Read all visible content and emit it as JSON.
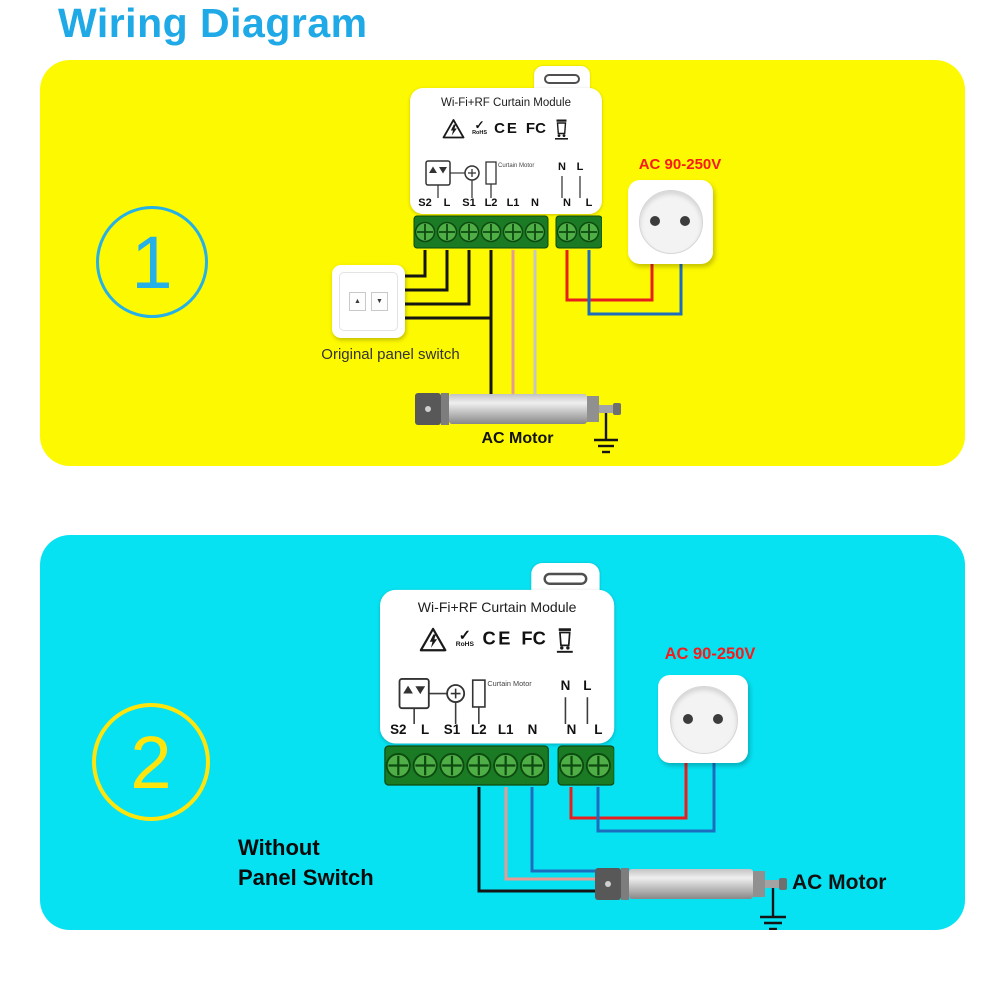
{
  "title": "Wiring Diagram",
  "icons": {
    "up_arrow": "▲",
    "down_arrow": "▼",
    "check": "✓"
  },
  "colors": {
    "panel1_bg": "#FDF900",
    "panel2_bg": "#07E2F2",
    "title_blue": "#1FA9E6",
    "voltage_red": "#F61A1A",
    "wire_black": "#151515",
    "wire_pink": "#E79B94",
    "wire_gray": "#C6C6C6",
    "wire_red": "#E81E1E",
    "wire_blue": "#1C6DBD",
    "terminal_green_dark": "#1B7A24",
    "terminal_green_light": "#4FAE46",
    "badge1_blue": "#25B1E8",
    "badge2_yellow": "#FFE50B"
  },
  "panel1": {
    "number": "1",
    "module": {
      "title": "Wi-Fi+RF Curtain Module",
      "rohs_label": "RoHS",
      "ce_label": "CE",
      "fc_label": "FC",
      "curtain_motor_label": "Curtain Motor",
      "inner_n": "N",
      "inner_l": "L",
      "terminal_labels": [
        "S2",
        "L",
        "S1",
        "L2",
        "L1",
        "N"
      ],
      "power_terminal_labels": [
        "N",
        "L"
      ]
    },
    "voltage_label": "AC 90-250V",
    "switch_label": "Original panel switch",
    "motor_label": "AC Motor"
  },
  "panel2": {
    "number": "2",
    "module": {
      "title": "Wi-Fi+RF Curtain Module",
      "rohs_label": "RoHS",
      "ce_label": "CE",
      "fc_label": "FC",
      "curtain_motor_label": "Curtain Motor",
      "inner_n": "N",
      "inner_l": "L",
      "terminal_labels": [
        "S2",
        "L",
        "S1",
        "L2",
        "L1",
        "N"
      ],
      "power_terminal_labels": [
        "N",
        "L"
      ]
    },
    "voltage_label": "AC 90-250V",
    "without_switch_line1": "Without",
    "without_switch_line2": "Panel Switch",
    "motor_label": "AC Motor"
  }
}
